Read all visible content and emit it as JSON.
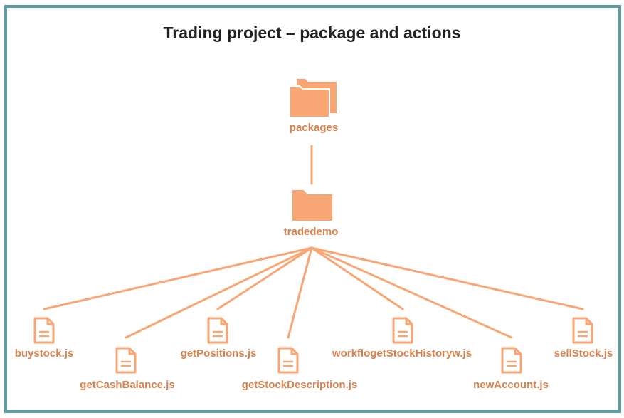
{
  "title": "Trading project – package and actions",
  "colors": {
    "accent": "#f7a674",
    "label": "#d9824d",
    "border": "#5f9ea0"
  },
  "root": {
    "label": "packages",
    "icon": "folders-icon"
  },
  "package": {
    "label": "tradedemo",
    "icon": "folder-icon"
  },
  "files": [
    {
      "label": "buystock.js",
      "icon": "file-icon"
    },
    {
      "label": "getCashBalance.js",
      "icon": "file-icon"
    },
    {
      "label": "getPositions.js",
      "icon": "file-icon"
    },
    {
      "label": "getStockDescription.js",
      "icon": "file-icon"
    },
    {
      "label": "workflogetStockHistoryw.js",
      "icon": "file-icon"
    },
    {
      "label": "newAccount.js",
      "icon": "file-icon"
    },
    {
      "label": "sellStock.js",
      "icon": "file-icon"
    }
  ]
}
